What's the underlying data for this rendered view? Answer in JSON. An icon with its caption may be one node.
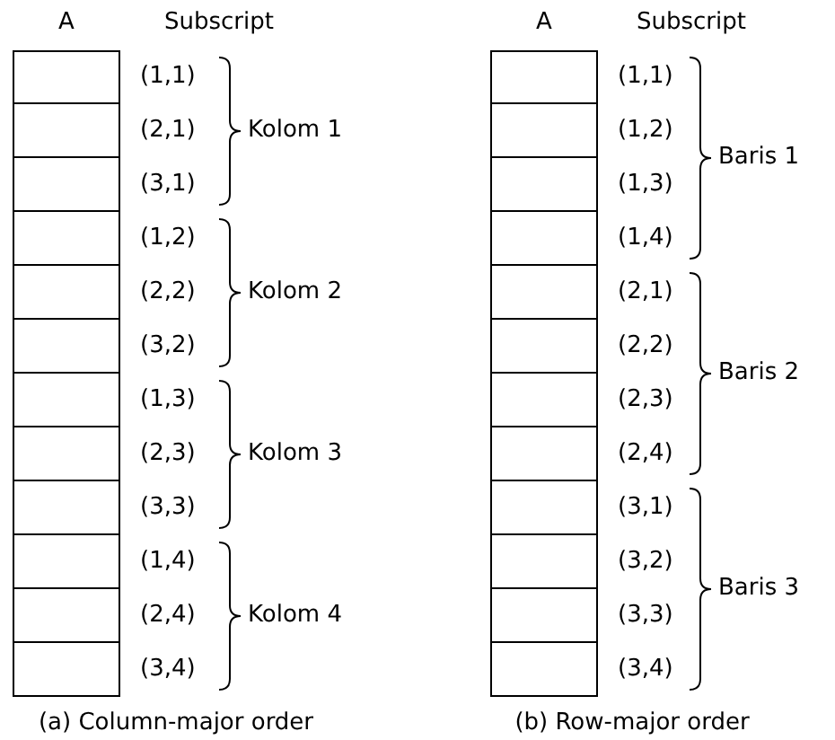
{
  "diagram": {
    "nodes": [
      {
        "text": [],
        "shape": "box"
      },
      {
        "text": [],
        "shape": "box"
      },
      {
        "text": [],
        "shape": "box"
      },
      {
        "text": [],
        "shape": "box"
      },
      {
        "text": [],
        "shape": "box"
      },
      {
        "text": [],
        "shape": "box"
      },
      {
        "text": [],
        "shape": "box"
      },
      {
        "text": [],
        "shape": "box"
      },
      {
        "text": [],
        "shape": "box"
      },
      {
        "text": [],
        "shape": "box"
      },
      {
        "text": [],
        "shape": "box"
      },
      {
        "text": [],
        "shape": "box"
      },
      {
        "text": [],
        "shape": "box"
      },
      {
        "text": [],
        "shape": "box"
      },
      {
        "text": [],
        "shape": "box"
      },
      {
        "text": [],
        "shape": "box"
      },
      {
        "text": [],
        "shape": "box"
      },
      {
        "text": [],
        "shape": "box"
      },
      {
        "text": [],
        "shape": "box"
      },
      {
        "text": [],
        "shape": "box"
      },
      {
        "text": [],
        "shape": "box"
      },
      {
        "text": [],
        "shape": "box"
      },
      {
        "text": [],
        "shape": "box"
      },
      {
        "text": [],
        "shape": "box"
      }
    ],
    "labels": [
      "A",
      "Subscript",
      "A",
      "Subscript",
      "(1,1)",
      "(2,1)",
      "(3,1)",
      "(1,2)",
      "(2,2)",
      "(3,2)",
      "(1,3)",
      "(2,3)",
      "(3,3)",
      "(1,4)",
      "(2,4)",
      "(3,4)",
      "Kolom 1",
      "Kolom 2",
      "Kolom 3",
      "Kolom 4",
      "(1,1)",
      "(1,2)",
      "(1,3)",
      "(1,4)",
      "(2,1)",
      "(2,2)",
      "(2,3)",
      "(2,4)",
      "(3,1)",
      "(3,2)",
      "(3,3)",
      "(3,4)",
      "Baris 1",
      "Baris 2",
      "Baris 3",
      "(a) Column-major order",
      "(b) Row-major order"
    ]
  }
}
